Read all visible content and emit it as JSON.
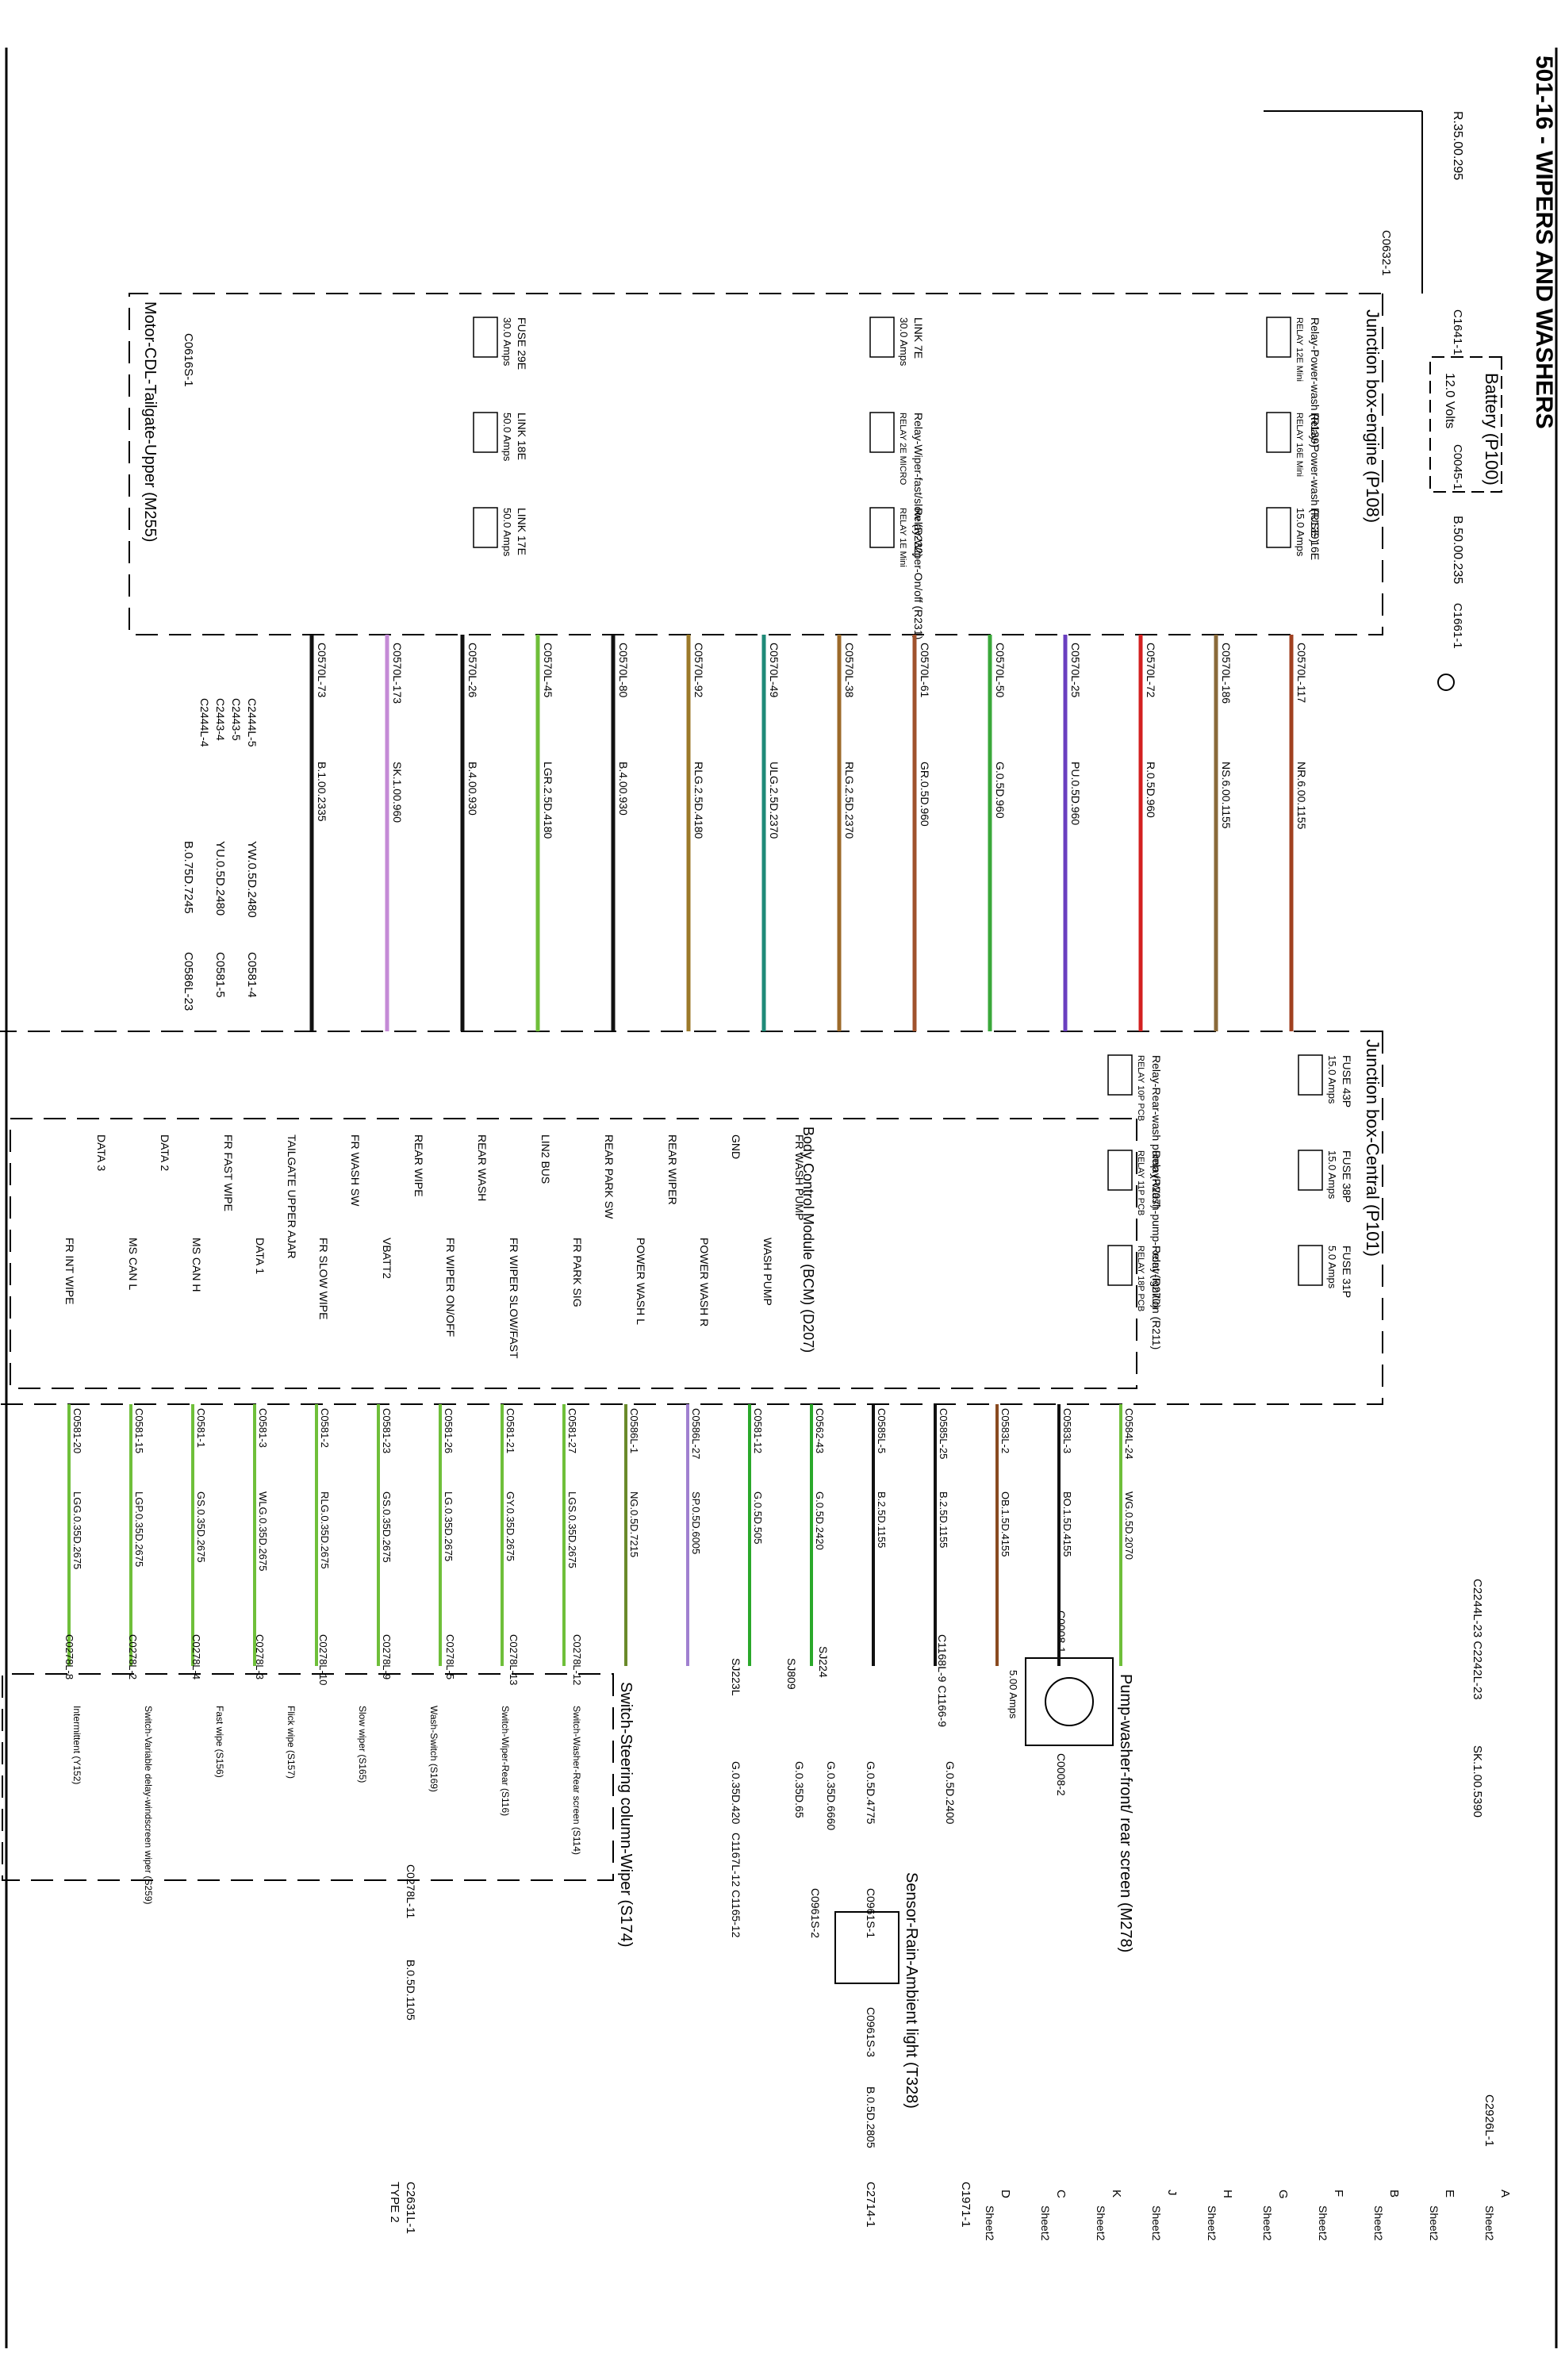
{
  "page": {
    "title": "501-16 - WIPERS AND WASHERS"
  },
  "blocks": {
    "battery": {
      "name": "Battery (P100)",
      "rating": "12.0 Volts"
    },
    "junction_engine": "Junction box-engine (P108)",
    "junction_central": "Junction box-Central (P101)",
    "bcm": "Body Control Module (BCM) (D207)",
    "steering_switch": "Switch-Steering column-Wiper (S174)",
    "pump": "Pump-washer-front/ rear screen (M278)",
    "pump_rating": "5.00 Amps",
    "rain_sensor": "Sensor-Rain-Ambient light (T328)",
    "tailgate_motor": "Motor-CDL-Tailgate-Upper (M255)"
  },
  "components": {
    "engine": [
      {
        "name": "Relay-Power-wash (R139)",
        "sub": "RELAY 12E Mini"
      },
      {
        "name": "Relay-Power-wash (R139)",
        "sub": "RELAY 16E Mini"
      },
      {
        "name": "FUSE 16E",
        "rating": "15.0 Amps"
      },
      {
        "name": "LINK 7E",
        "rating": "30.0 Amps"
      },
      {
        "name": "Relay-Wiper-fast/slow (R232)",
        "sub": "RELAY 2E MICRO"
      },
      {
        "name": "Relay-Wiper-On/off (R231)",
        "sub": "RELAY 1E Mini"
      },
      {
        "name": "FUSE 29E",
        "rating": "30.0 Amps"
      },
      {
        "name": "LINK 18E",
        "rating": "50.0 Amps"
      },
      {
        "name": "LINK 17E",
        "rating": "50.0 Amps"
      }
    ],
    "central": [
      {
        "name": "FUSE 43P",
        "rating": "15.0 Amps"
      },
      {
        "name": "FUSE 38P",
        "rating": "15.0 Amps"
      },
      {
        "name": "FUSE 31P",
        "rating": "5.0 Amps"
      },
      {
        "name": "Relay-Rear-wash pump (R207)",
        "sub": "RELAY 10P PCB"
      },
      {
        "name": "Relay-Wash-pump-Front (R270)",
        "sub": "RELAY 11P PCB"
      },
      {
        "name": "Relay-Ignition (R211)",
        "sub": "RELAY 18P PCB"
      }
    ]
  },
  "bcm_pins": [
    "FR WASH PUMP",
    "WASH PUMP",
    "GND",
    "POWER WASH R",
    "REAR WIPER",
    "POWER WASH L",
    "REAR PARK SW",
    "FR PARK SIG",
    "LIN2 BUS",
    "FR WIPER SLOW/FAST",
    "REAR WASH",
    "FR WIPER ON/OFF",
    "REAR WIPE",
    "VBATT2",
    "FR WASH SW",
    "FR SLOW WIPE",
    "TAILGATE UPPER AJAR",
    "DATA 1",
    "FR FAST WIPE",
    "MS CAN H",
    "DATA 2",
    "MS CAN L",
    "DATA 3",
    "FR INT WIPE"
  ],
  "top_wires": [
    {
      "connector": "C0570L-73",
      "spec": "B.1.00.2335",
      "color": "#111111"
    },
    {
      "connector": "C0570L-173",
      "spec": "SK.1.00.960",
      "color": "#c48ad6"
    },
    {
      "connector": "C0570L-26",
      "spec": "B.4.00.930",
      "color": "#111111"
    },
    {
      "connector": "C0570L-45",
      "spec": "LGR.2.5D.4180",
      "color": "#6fbf3a"
    },
    {
      "connector": "C0570L-80",
      "spec": "B.4.00.930",
      "color": "#111111"
    },
    {
      "connector": "C0570L-92",
      "spec": "RLG.2.5D.4180",
      "color": "#9c7a2a"
    },
    {
      "connector": "C0570L-49",
      "spec": "ULG.2.5D.2370",
      "color": "#1f8a78"
    },
    {
      "connector": "C0570L-38",
      "spec": "RLG.2.5D.2370",
      "color": "#9c6a2a"
    },
    {
      "connector": "C0570L-61",
      "spec": "GR.0.5D.960",
      "color": "#a0522d"
    },
    {
      "connector": "C0570L-50",
      "spec": "G.0.5D.960",
      "color": "#3aa83a"
    },
    {
      "connector": "C0570L-25",
      "spec": "PU.0.5D.960",
      "color": "#6a3fc0"
    },
    {
      "connector": "C0570L-72",
      "spec": "R.0.5D.960",
      "color": "#d32020"
    },
    {
      "connector": "C0570L-186",
      "spec": "NS.6.00.1155",
      "color": "#8a6a3a"
    },
    {
      "connector": "C0570L-117",
      "spec": "NR.6.00.1155",
      "color": "#a04020"
    }
  ],
  "right_wires": [
    {
      "connector": "C0584L-24",
      "spec": "WG.0.5D.2070",
      "color": "#6fbf3a"
    },
    {
      "connector": "C0583L-3",
      "spec": "BO.1.5D.4155",
      "color": "#111111"
    },
    {
      "connector": "C0583L-2",
      "spec": "OB.1.5D.4155",
      "color": "#8a4a20"
    },
    {
      "connector": "C0585L-25",
      "spec": "B.2.5D.1155",
      "color": "#111111"
    },
    {
      "connector": "C0585L-5",
      "spec": "B.2.5D.1155",
      "color": "#111111"
    },
    {
      "connector": "C0562-43",
      "spec": "G.0.5D.2420",
      "color": "#2aa82a"
    },
    {
      "connector": "C0581-12",
      "spec": "G.0.5D.505",
      "color": "#2aa82a"
    },
    {
      "connector": "C0586L-27",
      "spec": "SP.0.5D.6005",
      "color": "#a080d0"
    },
    {
      "connector": "C0586L-1",
      "spec": "NG.0.5D.7215",
      "color": "#6a8a2a"
    },
    {
      "connector": "C0581-27",
      "spec": "LGS.0.35D.2675",
      "color": "#6fbf3a"
    },
    {
      "connector": "C0581-21",
      "spec": "GY.0.35D.2675",
      "color": "#6fbf3a"
    },
    {
      "connector": "C0581-26",
      "spec": "LG.0.35D.2675",
      "color": "#6fbf3a"
    },
    {
      "connector": "C0581-23",
      "spec": "GS.0.35D.2675",
      "color": "#6fbf3a"
    },
    {
      "connector": "C0581-2",
      "spec": "RLG.0.35D.2675",
      "color": "#6fbf3a"
    },
    {
      "connector": "C0581-3",
      "spec": "WLG.0.35D.2675",
      "color": "#6fbf3a"
    },
    {
      "connector": "C0581-1",
      "spec": "GS.0.35D.2675",
      "color": "#6fbf3a"
    },
    {
      "connector": "C0581-15",
      "spec": "LGP.0.35D.2675",
      "color": "#6fbf3a"
    },
    {
      "connector": "C0581-20",
      "spec": "LGG.0.35D.2675",
      "color": "#6fbf3a"
    }
  ],
  "labels": {
    "battery_in": "R.35.00.295",
    "battery_out": "B.50.00.235",
    "c0632": "C0632-1",
    "c1641": "C1641-1",
    "c0045": "C0045-1",
    "c1661": "C1661-1",
    "tailgate_wire": "B.0.75D.7245",
    "tailgate_conn": "C0616S-1",
    "c0586l_23": "C0586L-23",
    "can_h": "YU.0.5D.2480",
    "can_l": "YW.0.5D.2480",
    "c0581_5": "C0581-5",
    "c0581_4": "C0581-4",
    "c2443_4": "C2443-4",
    "c2444l_4": "C2444L-4",
    "c2444l_5": "C2444L-5",
    "c2443_5": "C2443-5",
    "link_a": "C2244L-23  C2242L-23",
    "wire_a": "SK.1.00.5390",
    "c2926": "C2926L-1",
    "c1971": "C1971-1",
    "c2714": "C2714-1",
    "c2631": "C2631L-1",
    "type2": "TYPE 2",
    "rain_wire": "B.0.5D.2805",
    "sw_wire": "B.0.5D.1105",
    "sw_conn": "C0278L-11",
    "sj224": "SJ224",
    "sj809": "SJ809",
    "sj223": "SJ223L",
    "pump_c1": "C0008-1",
    "pump_c2": "C0008-2",
    "rain_c1": "C0961S-1",
    "rain_c2": "C0961S-2",
    "rain_c3": "C0961S-3",
    "g_wire1": "G.0.5D.2400",
    "g_wire2": "G.0.5D.4775",
    "g_wire3": "G.0.35D.6660",
    "g_wire4": "G.0.35D.65",
    "g_wire5": "G.0.35D.420",
    "c1168": "C1168L-9  C1166-9",
    "c1167": "C1167L-12  C1165-12",
    "sw_conns": [
      "C0278L-12",
      "C0278L-13",
      "C0278L-5",
      "C0278L-9",
      "C0278L-10",
      "C0278L-3",
      "C0278L-4",
      "C0278L-2",
      "C0278L-8"
    ],
    "sw_items": [
      "Switch-Washer-Rear screen (S114)",
      "Switch-Wiper-Rear (S116)",
      "Wash-Switch (S169)",
      "Slow wiper (S165)",
      "Flick wipe (S157)",
      "Fast wipe (S156)",
      "Switch-Variable delay-windscreen wiper (S259)",
      "Intermittent (Y152)"
    ]
  },
  "sheet_refs": [
    {
      "letter": "A",
      "sheet": "Sheet2"
    },
    {
      "letter": "E",
      "sheet": "Sheet2"
    },
    {
      "letter": "B",
      "sheet": "Sheet2"
    },
    {
      "letter": "F",
      "sheet": "Sheet2"
    },
    {
      "letter": "G",
      "sheet": "Sheet2"
    },
    {
      "letter": "H",
      "sheet": "Sheet2"
    },
    {
      "letter": "J",
      "sheet": "Sheet2"
    },
    {
      "letter": "K",
      "sheet": "Sheet2"
    },
    {
      "letter": "C",
      "sheet": "Sheet2"
    },
    {
      "letter": "D",
      "sheet": "Sheet2"
    }
  ]
}
